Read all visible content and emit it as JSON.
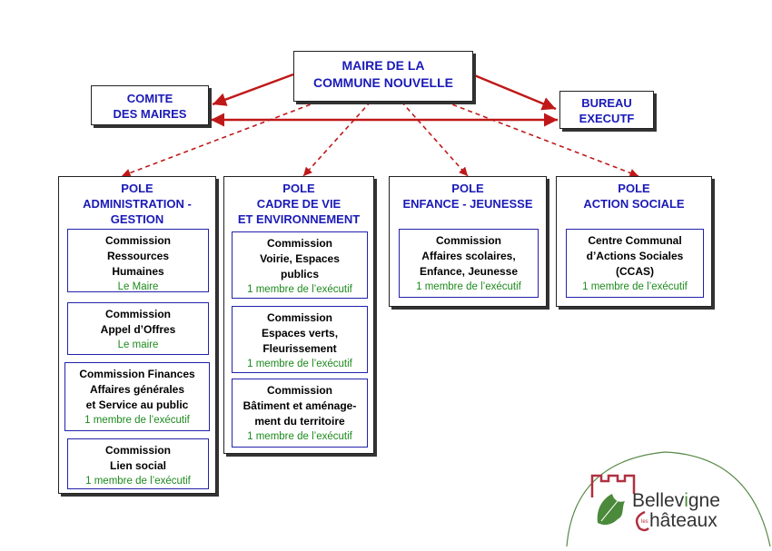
{
  "maire": {
    "line1": "MAIRE DE LA",
    "line2": "COMMUNE NOUVELLE"
  },
  "comite": {
    "line1": "COMITE",
    "line2": "DES MAIRES"
  },
  "bureau": {
    "line1": "BUREAU",
    "line2": "EXECUTF"
  },
  "poles": [
    {
      "title": [
        "POLE",
        "ADMINISTRATION -",
        "GESTION"
      ],
      "commissions": [
        {
          "lines": [
            "Commission",
            "Ressources",
            "Humaines"
          ],
          "member": "Le Maire"
        },
        {
          "lines": [
            "Commission",
            "Appel d’Offres"
          ],
          "member": "Le maire"
        },
        {
          "lines": [
            "Commission Finances",
            "Affaires générales",
            "et Service au public"
          ],
          "member": "1 membre de l’exécutif"
        },
        {
          "lines": [
            "Commission",
            "Lien social"
          ],
          "member": "1 membre de l’exécutif"
        }
      ]
    },
    {
      "title": [
        "POLE",
        "CADRE DE VIE",
        "ET ENVIRONNEMENT"
      ],
      "commissions": [
        {
          "lines": [
            "Commission",
            "Voirie, Espaces",
            "publics"
          ],
          "member": "1 membre de l’exécutif"
        },
        {
          "lines": [
            "Commission",
            "Espaces verts,",
            "Fleurissement"
          ],
          "member": "1 membre de l’exécutif"
        },
        {
          "lines": [
            "Commission",
            "Bâtiment et aménage-",
            "ment du territoire"
          ],
          "member": "1 membre de l’exécutif"
        }
      ]
    },
    {
      "title": [
        "POLE",
        "ENFANCE - JEUNESSE"
      ],
      "commissions": [
        {
          "lines": [
            "Commission",
            "Affaires scolaires,",
            "Enfance, Jeunesse"
          ],
          "member": "1 membre de l’exécutif"
        }
      ]
    },
    {
      "title": [
        "POLE",
        "ACTION SOCIALE"
      ],
      "commissions": [
        {
          "lines": [
            "Centre Communal",
            "d’Actions Sociales",
            "(CCAS)"
          ],
          "member": "1 membre de l’exécutif"
        }
      ]
    }
  ],
  "logo": {
    "name1": "Bellevigne",
    "name_small": "les",
    "name2": "Châteaux"
  },
  "colors": {
    "arrow_red": "#c01818",
    "title_blue": "#1a1ab8",
    "member_green": "#1d8a1d",
    "logo_green": "#4a8a3a",
    "logo_red": "#b03040"
  }
}
